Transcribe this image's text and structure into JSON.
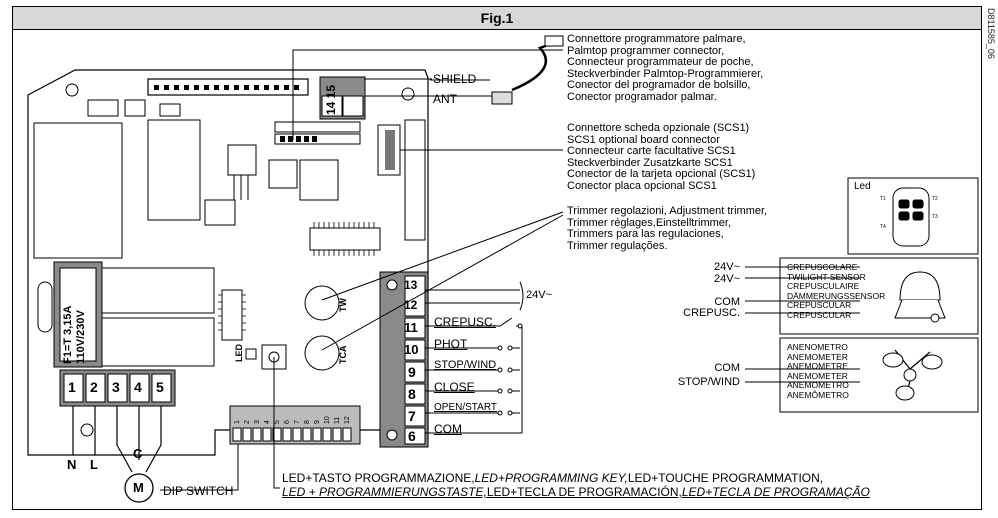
{
  "figure": {
    "title": "Fig.1",
    "doc_code": "D811585_06"
  },
  "colors": {
    "title_bar": "#d8d8d8",
    "terminal_block": "#8a8a8a",
    "line": "#000000"
  },
  "board": {
    "fuse_line1": "F1=T 3,15A",
    "fuse_line2": "110V/230V",
    "led_label": "LED",
    "terminals_left": [
      "1",
      "2",
      "3",
      "4",
      "5"
    ],
    "terminals_right": [
      "6",
      "7",
      "8",
      "9",
      "10",
      "11",
      "12",
      "13"
    ],
    "antenna_terminals": "14 15",
    "shield_label": "SHIELD",
    "ant_label": "ANT",
    "trimmer_tw": "TW",
    "trimmer_tca": "TCA",
    "dip_numbers": [
      "1",
      "2",
      "3",
      "4",
      "5",
      "6",
      "7",
      "8",
      "9",
      "10",
      "11",
      "12"
    ]
  },
  "wiring": {
    "n": "N",
    "l": "L",
    "c": "C",
    "motor": "M",
    "dip_switch": "DIP SWITCH",
    "v24": "24V~",
    "crepusc": "CREPUSC.",
    "phot": "PHOT",
    "stop_wind": "STOP/WIND",
    "close": "CLOSE",
    "open_start": "OPEN/START",
    "com": "COM"
  },
  "callouts": {
    "palmtop": [
      "Connettore programmatore palmare,",
      "Palmtop programmer connector,",
      "Connecteur programmateur de poche,",
      "Steckverbinder Palmtop-Programmierer,",
      "Conector del programador de bolsillo,",
      "Conector programador palmar."
    ],
    "scs1": [
      "Connettore scheda opzionale (SCS1)",
      "SCS1 optional board connector",
      "Connecteur carte facultative SCS1",
      "Steckverbinder Zusatzkarte SCS1",
      "Conector de la tarjeta opcional (SCS1)",
      "Conector placa opcional SCS1"
    ],
    "trimmer": [
      "Trimmer regolazioni, Adjustment trimmer,",
      "Trimmer réglages,Einstelltrimmer,",
      "Trimmers para las regulaciones,",
      "Trimmer regulações."
    ],
    "led_key_line1": [
      "LED+TASTO PROGRAMMAZIONE,",
      "LED+PROGRAMMING KEY,",
      "LED+TOUCHE PROGRAMMATION,"
    ],
    "led_key_line2": [
      "LED + PROGRAMMIERUNGSTASTE,",
      "LED+TECLA DE PROGRAMACIÓN,",
      "LED+TECLA DE PROGRAMAÇÃO"
    ]
  },
  "remote": {
    "label": "Led",
    "buttons": [
      "T1",
      "T2",
      "T3",
      "T4"
    ]
  },
  "twilight": {
    "left_labels": [
      "24V~",
      "24V~",
      "COM",
      "CREPUSC."
    ],
    "names": [
      "CREPUSCOLARE",
      "TWILIGHT SENSOR",
      "CREPUSCULAIRE",
      "DÄMMERUNGSSENSOR",
      "CREPUSCULAR",
      "CREPUSCULAR"
    ]
  },
  "anemometer": {
    "left_labels": [
      "COM",
      "STOP/WIND"
    ],
    "names": [
      "ANENOMETRO",
      "ANEMOMETER",
      "ANEMOMETRE",
      "ANEMOMETER",
      "ANEMOMETRO",
      "ANEMÔMETRO"
    ]
  }
}
